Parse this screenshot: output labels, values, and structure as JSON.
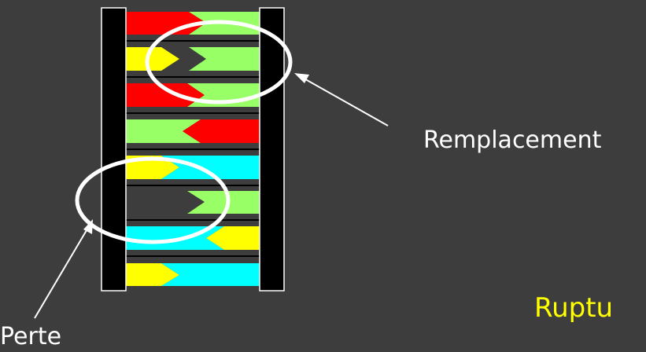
{
  "labels": {
    "replacement": "Remplacement",
    "loss": "Perte",
    "rupture": "Ruptu"
  },
  "colors": {
    "background": "#3d3d3d",
    "backbone": "#000000",
    "base_red": "#ff0000",
    "base_green": "#99ff66",
    "base_yellow": "#ffff00",
    "base_cyan": "#00ffff",
    "annotation": "#ffffff",
    "label_text": "#ffffff",
    "rupture_text": "#ffff00"
  },
  "dna": {
    "pairs": [
      {
        "left": "red",
        "right": "green",
        "shape": "paired"
      },
      {
        "left": "yellow",
        "right": "green",
        "shape": "gap"
      },
      {
        "left": "red",
        "right": "green",
        "shape": "paired"
      },
      {
        "left": "green",
        "right": "red",
        "shape": "paired-reversed"
      },
      {
        "left": "yellow",
        "right": "cyan",
        "shape": "paired"
      },
      {
        "left": "none",
        "right": "green",
        "shape": "missing-left"
      },
      {
        "left": "cyan",
        "right": "yellow",
        "shape": "paired-reversed"
      },
      {
        "left": "yellow",
        "right": "cyan",
        "shape": "paired"
      }
    ]
  }
}
